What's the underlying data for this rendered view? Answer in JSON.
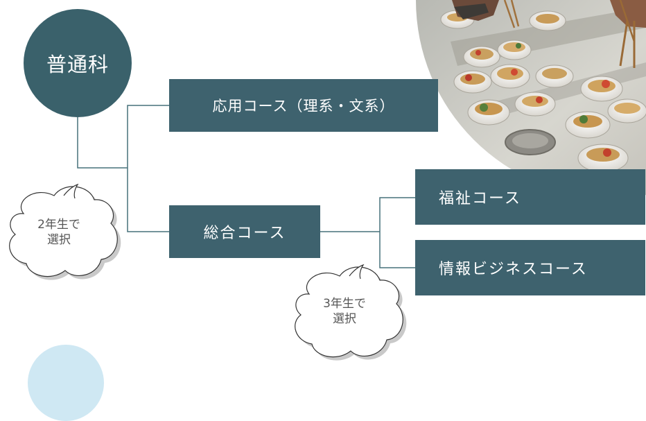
{
  "department": {
    "label": "普通科"
  },
  "courses": {
    "applied": "応用コース（理系・文系）",
    "general": "総合コース",
    "welfare": "福祉コース",
    "info_business": "情報ビジネスコース"
  },
  "bubbles": {
    "year2": {
      "line1": "2年生で",
      "line2": "選択"
    },
    "year3": {
      "line1": "3年生で",
      "line2": "選択"
    }
  },
  "colors": {
    "primary": "#3e626e",
    "circle": "#3a616b",
    "line": "#46707a",
    "light_circle": "#cfe8f3"
  },
  "photo": {
    "icon": "food-dishes-photo"
  }
}
